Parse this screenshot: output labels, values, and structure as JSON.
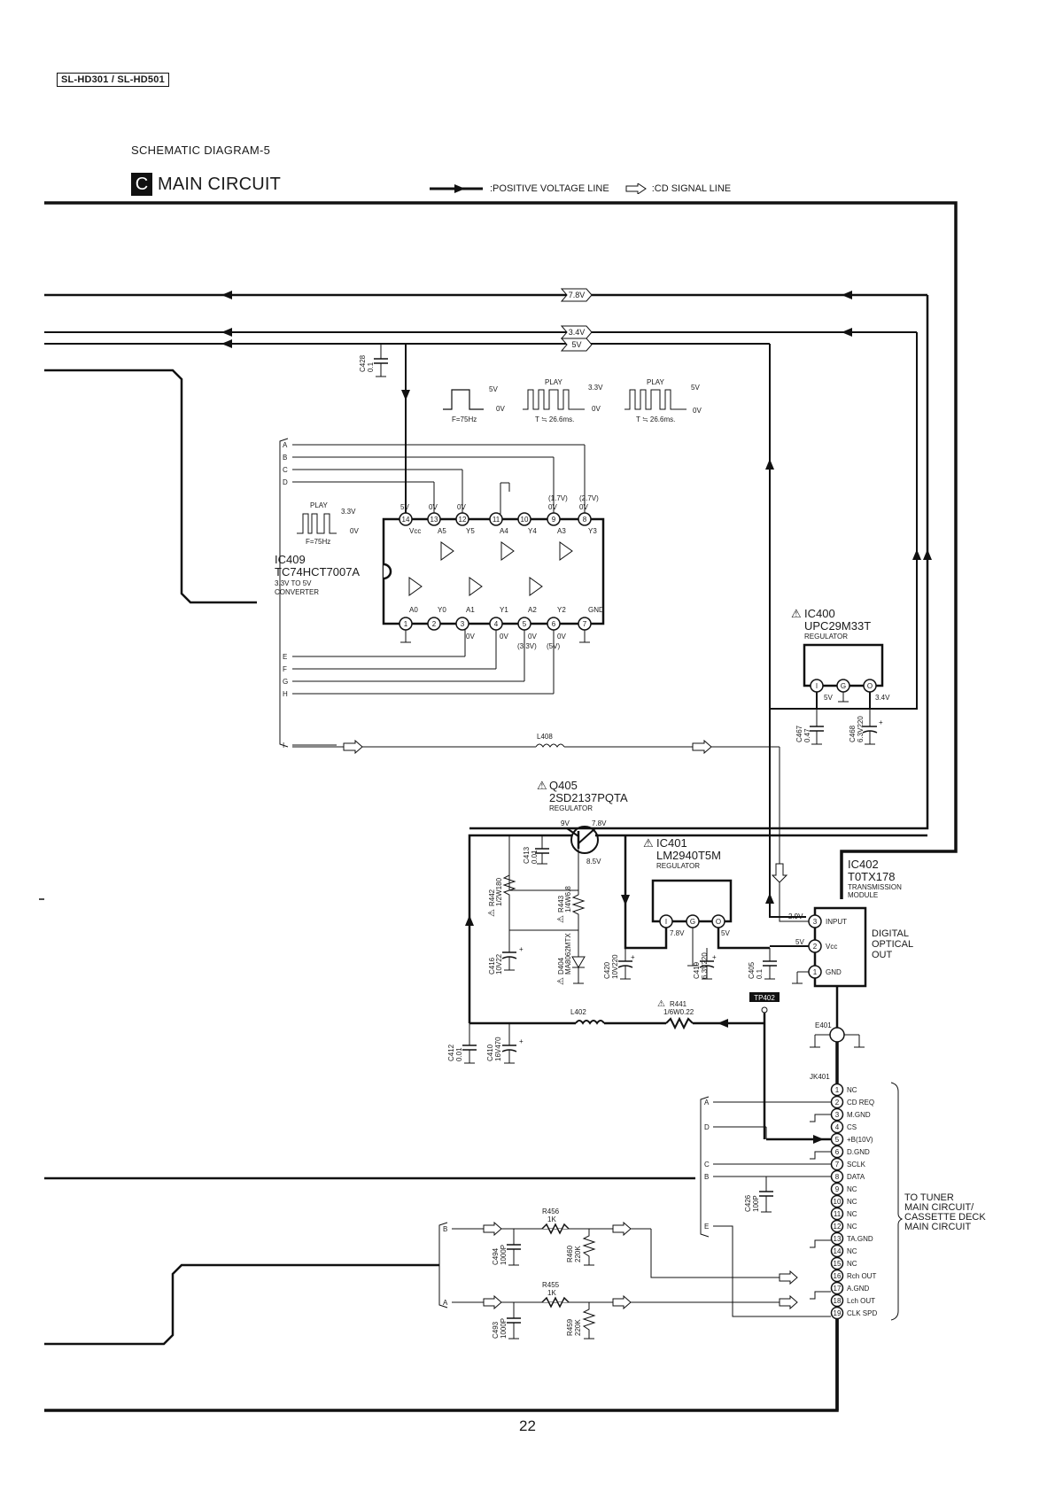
{
  "header": {
    "model": "SL-HD301 / SL-HD501",
    "diagram_title": "SCHEMATIC DIAGRAM-5",
    "section_letter": "C",
    "section_name": "MAIN CIRCUIT"
  },
  "legend": {
    "positive_voltage": ":POSITIVE VOLTAGE LINE",
    "cd_signal": ":CD SIGNAL LINE"
  },
  "rails": {
    "v78": "7.8V",
    "v34": "3.4V",
    "v5": "5V"
  },
  "waveforms": {
    "w1_high": "5V",
    "w1_low": "0V",
    "w1_freq": "F=75Hz",
    "w2_play": "PLAY",
    "w2_high": "3.3V",
    "w2_low": "0V",
    "w2_period": "T ≒ 26.6ms.",
    "w3_play": "PLAY",
    "w3_high": "5V",
    "w3_low": "0V",
    "w3_period": "T ≒ 26.6ms.",
    "w4_play": "PLAY",
    "w4_high": "3.3V",
    "w4_low": "0V",
    "w4_freq": "F=75Hz"
  },
  "bus_left_top": [
    "A",
    "B",
    "C",
    "D"
  ],
  "bus_left_bottom": [
    "E",
    "F",
    "G",
    "H"
  ],
  "bus_left_i": "I",
  "ic409": {
    "ref": "IC409",
    "part": "TC74HCT7007A",
    "desc1": "3.3V TO 5V",
    "desc2": "CONVERTER",
    "top_pins": [
      "14",
      "13",
      "12",
      "11",
      "10",
      "9",
      "8"
    ],
    "top_names": [
      "Vcc",
      "A5",
      "Y5",
      "A4",
      "Y4",
      "A3",
      "Y3"
    ],
    "top_volts": [
      "5V",
      "0V",
      "0V",
      "",
      "",
      "0V",
      "0V"
    ],
    "top_volts2": [
      "",
      "",
      "",
      "",
      "",
      "(1.7V)",
      "(2.7V)"
    ],
    "bot_pins": [
      "1",
      "2",
      "3",
      "4",
      "5",
      "6",
      "7"
    ],
    "bot_names": [
      "A0",
      "Y0",
      "A1",
      "Y1",
      "A2",
      "Y2",
      "GND"
    ],
    "bot_volts": [
      "",
      "",
      "0V",
      "0V",
      "0V",
      "0V",
      ""
    ],
    "bot_volts2": [
      "",
      "",
      "",
      "",
      "(3.3V)",
      "(5V)",
      ""
    ]
  },
  "c428": {
    "ref": "C428",
    "value": "0.1"
  },
  "ic400": {
    "warn": "⚠",
    "ref": "IC400",
    "part": "UPC29M33T",
    "desc": "REGULATOR",
    "pins": [
      "I",
      "G",
      "O"
    ],
    "in_v": "5V",
    "out_v": "3.4V"
  },
  "c467": {
    "ref": "C467",
    "value": "0.47"
  },
  "c468": {
    "ref": "C468",
    "value": "6.3V220"
  },
  "l408": "L408",
  "q405": {
    "warn": "⚠",
    "ref": "Q405",
    "part": "2SD2137PQTA",
    "desc": "REGULATOR",
    "in_v": "9V",
    "out_v": "7.8V",
    "base_v": "8.5V"
  },
  "c413": {
    "ref": "C413",
    "value": "0.01"
  },
  "r442": {
    "ref": "R442",
    "value": "1/2W180"
  },
  "r443": {
    "ref": "R443",
    "value": "1/4W6.8"
  },
  "d404": {
    "ref": "D404",
    "value": "MA8062MTX"
  },
  "c416": {
    "ref": "C416",
    "value": "10V22"
  },
  "ic401": {
    "warn": "⚠",
    "ref": "IC401",
    "part": "LM2940T5M",
    "desc": "REGULATOR",
    "pins": [
      "I",
      "G",
      "O"
    ],
    "in_v": "7.8V",
    "out_v": "5V"
  },
  "c420": {
    "ref": "C420",
    "value": "10V220"
  },
  "c419": {
    "ref": "C419",
    "value": "6.3V220"
  },
  "c405": {
    "ref": "C405",
    "value": "0.1"
  },
  "tp402": "TP402",
  "l402": "L402",
  "r441": {
    "warn": "⚠",
    "ref": "R441",
    "value": "1/6W0.22"
  },
  "c412": {
    "ref": "C412",
    "value": "0.01"
  },
  "c410": {
    "ref": "C410",
    "value": "16V470"
  },
  "ic402": {
    "ref": "IC402",
    "part": "T0TX178",
    "desc1": "TRANSMISSION",
    "desc2": "MODULE",
    "pins": [
      "3",
      "2",
      "1"
    ],
    "pin_names": [
      "INPUT",
      "Vcc",
      "GND"
    ],
    "pin_volts": [
      "2.9V",
      "5V",
      ""
    ],
    "output1": "DIGITAL",
    "output2": "OPTICAL",
    "output3": "OUT"
  },
  "e401": "E401",
  "jk401": {
    "ref": "JK401",
    "pins": [
      "1",
      "2",
      "3",
      "4",
      "5",
      "6",
      "7",
      "8",
      "9",
      "10",
      "11",
      "12",
      "13",
      "14",
      "15",
      "16",
      "17",
      "18",
      "19"
    ],
    "names": [
      "NC",
      "CD REQ",
      "M.GND",
      "CS",
      "+B(10V)",
      "D.GND",
      "SCLK",
      "DATA",
      "NC",
      "NC",
      "NC",
      "NC",
      "TA.GND",
      "NC",
      "NC",
      "Rch OUT",
      "A.GND",
      "Lch OUT",
      "CLK SPD"
    ],
    "dest": [
      "TO TUNER",
      "MAIN CIRCUIT/",
      "CASSETTE DECK",
      "MAIN CIRCUIT"
    ]
  },
  "jk_bus_letters": [
    "A",
    "D",
    "C",
    "B",
    "E"
  ],
  "c426": {
    "ref": "C426",
    "value": "100P"
  },
  "audio": {
    "r456": {
      "ref": "R456",
      "value": "1K"
    },
    "r455": {
      "ref": "R455",
      "value": "1K"
    },
    "r460": {
      "ref": "R460",
      "value": "220K"
    },
    "r459": {
      "ref": "R459",
      "value": "220K"
    },
    "c494": {
      "ref": "C494",
      "value": "1000P"
    },
    "c493": {
      "ref": "C493",
      "value": "1000P"
    },
    "bus_b": "B",
    "bus_a": "A"
  },
  "page_number": "22"
}
